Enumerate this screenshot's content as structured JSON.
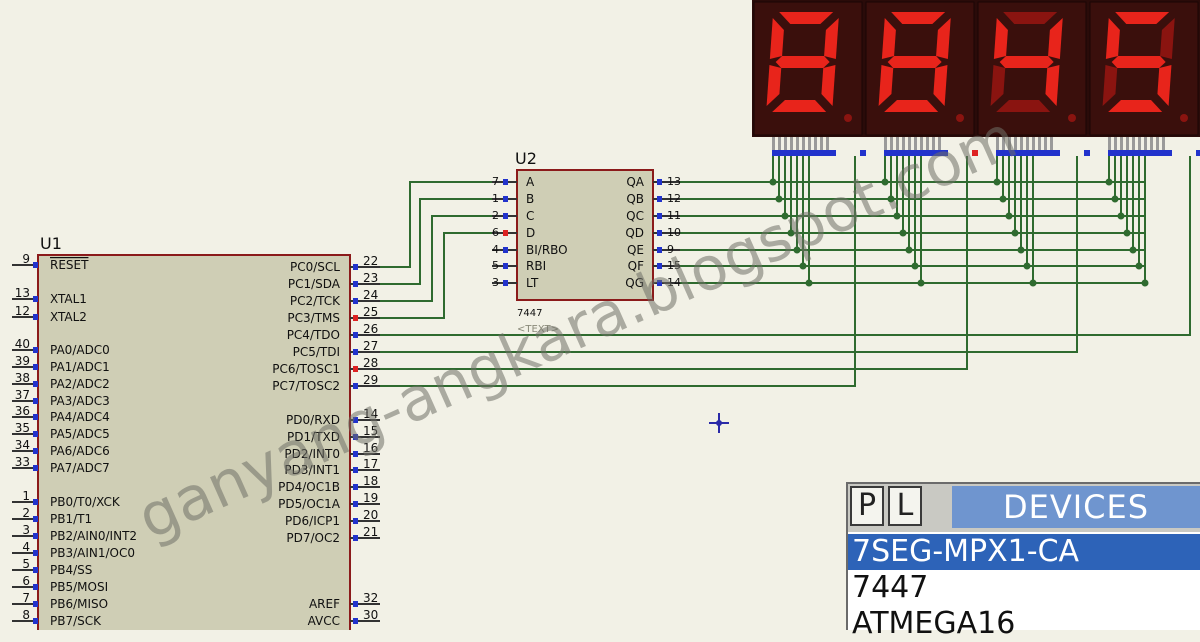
{
  "u1": {
    "ref": "U1",
    "left_pins": [
      {
        "num": "9",
        "name": "RESET"
      },
      {
        "num": "13",
        "name": "XTAL1"
      },
      {
        "num": "12",
        "name": "XTAL2"
      },
      {
        "num": "40",
        "name": "PA0/ADC0"
      },
      {
        "num": "39",
        "name": "PA1/ADC1"
      },
      {
        "num": "38",
        "name": "PA2/ADC2"
      },
      {
        "num": "37",
        "name": "PA3/ADC3"
      },
      {
        "num": "36",
        "name": "PA4/ADC4"
      },
      {
        "num": "35",
        "name": "PA5/ADC5"
      },
      {
        "num": "34",
        "name": "PA6/ADC6"
      },
      {
        "num": "33",
        "name": "PA7/ADC7"
      },
      {
        "num": "1",
        "name": "PB0/T0/XCK"
      },
      {
        "num": "2",
        "name": "PB1/T1"
      },
      {
        "num": "3",
        "name": "PB2/AIN0/INT2"
      },
      {
        "num": "4",
        "name": "PB3/AIN1/OC0"
      },
      {
        "num": "5",
        "name": "PB4/SS"
      },
      {
        "num": "6",
        "name": "PB5/MOSI"
      },
      {
        "num": "7",
        "name": "PB6/MISO"
      },
      {
        "num": "8",
        "name": "PB7/SCK"
      }
    ],
    "right_pins": [
      {
        "num": "22",
        "name": "PC0/SCL"
      },
      {
        "num": "23",
        "name": "PC1/SDA"
      },
      {
        "num": "24",
        "name": "PC2/TCK"
      },
      {
        "num": "25",
        "name": "PC3/TMS"
      },
      {
        "num": "26",
        "name": "PC4/TDO"
      },
      {
        "num": "27",
        "name": "PC5/TDI"
      },
      {
        "num": "28",
        "name": "PC6/TOSC1"
      },
      {
        "num": "29",
        "name": "PC7/TOSC2"
      },
      {
        "num": "14",
        "name": "PD0/RXD"
      },
      {
        "num": "15",
        "name": "PD1/TXD"
      },
      {
        "num": "16",
        "name": "PD2/INT0"
      },
      {
        "num": "17",
        "name": "PD3/INT1"
      },
      {
        "num": "18",
        "name": "PD4/OC1B"
      },
      {
        "num": "19",
        "name": "PD5/OC1A"
      },
      {
        "num": "20",
        "name": "PD6/ICP1"
      },
      {
        "num": "21",
        "name": "PD7/OC2"
      },
      {
        "num": "32",
        "name": "AREF"
      },
      {
        "num": "30",
        "name": "AVCC"
      }
    ]
  },
  "u2": {
    "ref": "U2",
    "part": "7447",
    "text_placeholder": "<TEXT>",
    "left_pins": [
      {
        "num": "7",
        "name": "A"
      },
      {
        "num": "1",
        "name": "B"
      },
      {
        "num": "2",
        "name": "C"
      },
      {
        "num": "6",
        "name": "D"
      },
      {
        "num": "4",
        "name": "BI/RBO"
      },
      {
        "num": "5",
        "name": "RBI"
      },
      {
        "num": "3",
        "name": "LT"
      }
    ],
    "right_pins": [
      {
        "num": "13",
        "name": "QA"
      },
      {
        "num": "12",
        "name": "QB"
      },
      {
        "num": "11",
        "name": "QC"
      },
      {
        "num": "10",
        "name": "QD"
      },
      {
        "num": "9",
        "name": "QE"
      },
      {
        "num": "15",
        "name": "QF"
      },
      {
        "num": "14",
        "name": "QG"
      }
    ]
  },
  "display": {
    "digits": [
      "8",
      "8",
      "4",
      "5"
    ],
    "lit_color": "#e8241b",
    "dim_color": "#8a1410",
    "body_color": "#2a0b09"
  },
  "colors": {
    "wire": "#2f6b2f",
    "pin_blue": "#2233cc",
    "pin_red": "#dd2222",
    "body_fill": "#cfceb5",
    "body_stroke": "#8b1a1a",
    "text": "#101010",
    "background": "#f2f1e6"
  },
  "devices_panel": {
    "tab_p": "P",
    "tab_l": "L",
    "title": "DEVICES",
    "items": [
      "7SEG-MPX1-CA",
      "7447",
      "ATMEGA16"
    ],
    "selected_index": 0
  },
  "watermark": "ganyang-angkara.blogspot.com"
}
